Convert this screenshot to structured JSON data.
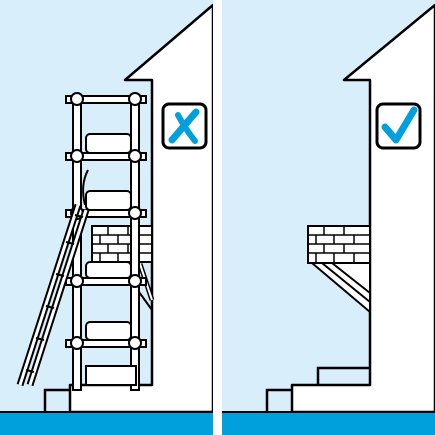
{
  "panels": [
    {
      "id": "left",
      "mark": "cross",
      "mark_name": "cross-icon"
    },
    {
      "id": "right",
      "mark": "check",
      "mark_name": "checkmark-icon"
    }
  ],
  "colors": {
    "sky": "#d9eefb",
    "ground": "#00a0dc",
    "outline": "#000000",
    "wall": "#ffffff",
    "mark": "#00a0dc"
  }
}
